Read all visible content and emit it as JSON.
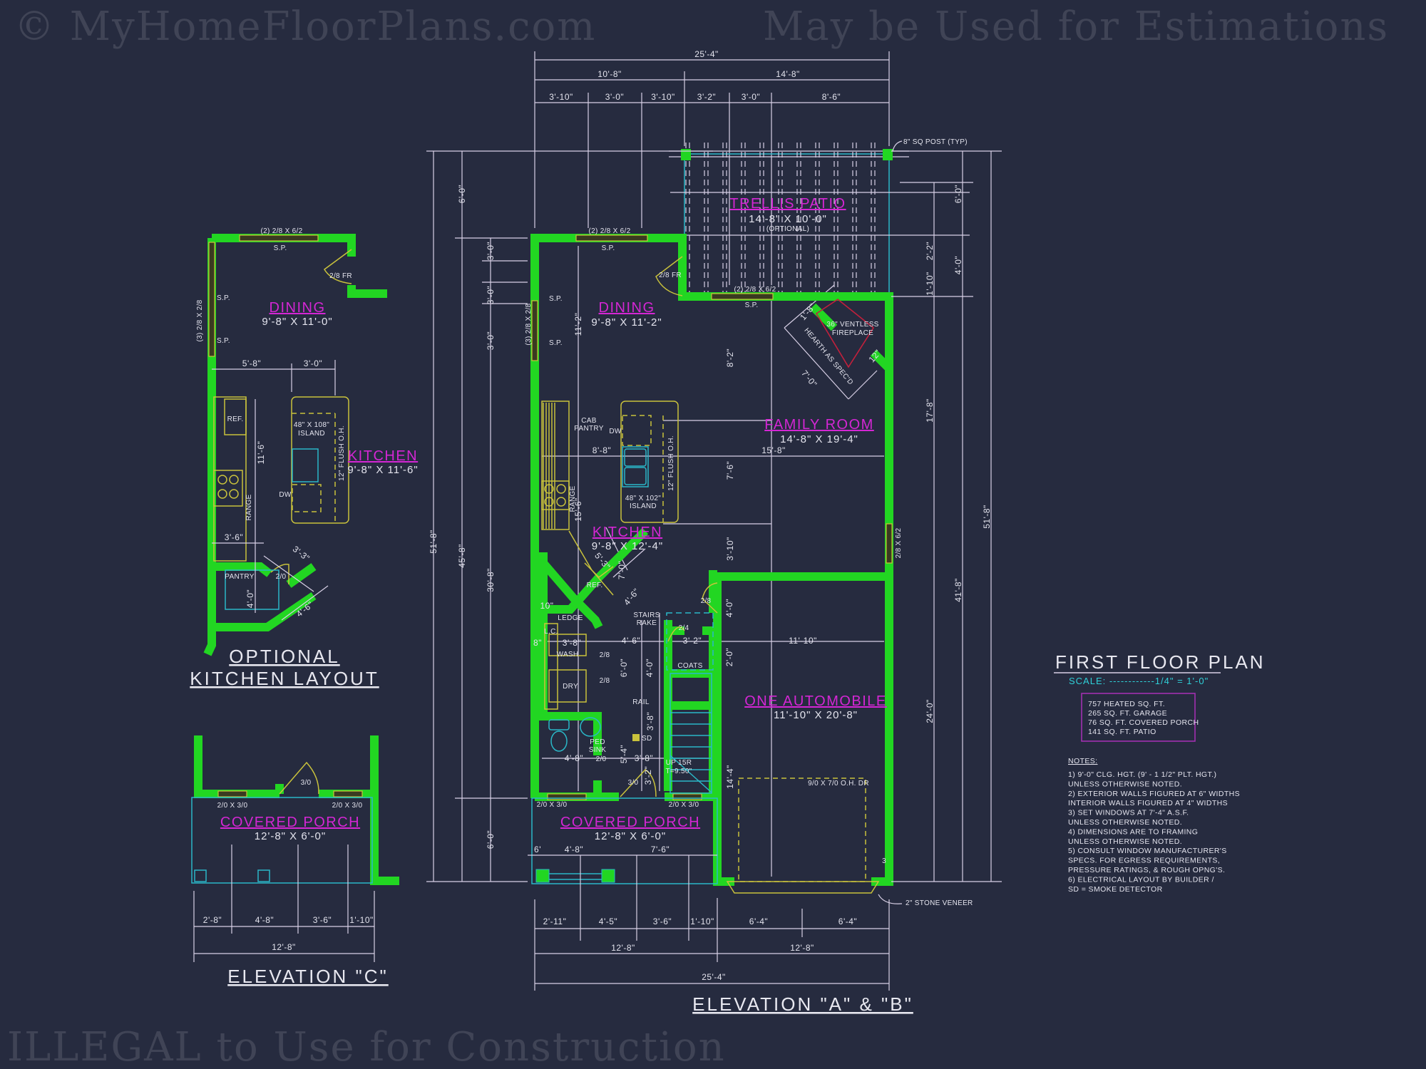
{
  "watermark": [
    "© MyHomeFloorPlans.com",
    "ILLEGAL to Use for Construction",
    "May be Used for Estimations"
  ],
  "title_block": {
    "title": "FIRST FLOOR PLAN",
    "scale": "SCALE: ------------1/4\" = 1'-0\"",
    "areas": [
      "757 HEATED SQ. FT.",
      "265 SQ. FT. GARAGE",
      "76 SQ. FT. COVERED PORCH",
      "141 SQ. FT. PATIO"
    ]
  },
  "notes": {
    "heading": "NOTES:",
    "lines": [
      "1)  9'-0\"  CLG. HGT. (9' - 1 1/2\" PLT. HGT.)",
      "     UNLESS OTHERWISE NOTED.",
      "2)  EXTERIOR WALLS FIGURED AT 6\" WIDTHS",
      "     INTERIOR WALLS FIGURED AT 4\" WIDTHS",
      "3)  SET WINDOWS AT 7'-4\" A.S.F.",
      "     UNLESS OTHERWISE NOTED.",
      "4)  DIMENSIONS ARE TO FRAMING",
      "     UNLESS OTHERWISE NOTED.",
      "5)  CONSULT WINDOW MANUFACTURER'S",
      "     SPECS. FOR EGRESS REQUIREMENTS,",
      "     PRESSURE RATINGS, & ROUGH OPNG'S.",
      "6)  ELECTRICAL LAYOUT BY BUILDER /",
      "     SD = SMOKE DETECTOR"
    ]
  },
  "main_plan": {
    "top_dims": [
      "25'-4\"",
      "10'-8\"",
      "14'-8\"",
      "3'-10\"",
      "3'-0\"",
      "3'-10\"",
      "3'-2\"",
      "3'-0\"",
      "8'-6\""
    ],
    "post_note": "8\" SQ POST (TYP)",
    "trellis": {
      "name": "TRELLIS PATIO",
      "size": "14'-8\" X 10'-0\"",
      "note": "(OPTIONAL)"
    },
    "dining": {
      "name": "DINING",
      "size": "9'-8\" X 11'-2\""
    },
    "family": {
      "name": "FAMILY ROOM",
      "size": "14'-8\" X 19'-4\""
    },
    "kitchen": {
      "name": "KITCHEN",
      "size": "9'-8\" X 12'-4\""
    },
    "garage": {
      "name": "ONE AUTOMOBILE",
      "size": "11'-10\" X 20'-8\""
    },
    "porch": {
      "name": "COVERED PORCH",
      "size": "12'-8\" X 6'-0\""
    },
    "labels": {
      "win_dining": "(2) 2/8 X 6/2",
      "sp": "S.P.",
      "door_fr": "2/8 FR",
      "win_family": "(2) 2/8 X 6/2",
      "win_left": "(3) 2/8 X 2/8",
      "fireplace_1": "36\" VENTLESS",
      "fireplace_2": "FIREPLACE",
      "hearth": "HEARTH AS SPEC'D",
      "cab_1": "CAB",
      "cab_2": "PANTRY",
      "dw": "DW",
      "island_1": "48\" X 102\"",
      "island_2": "ISLAND",
      "flush": "12\" FLUSH O.H.",
      "range": "RANGE",
      "ref": "REF.",
      "stairs_1": "STAIRS",
      "stairs_2": "RAKE",
      "ledge": "LEDGE",
      "lc": "L.C.",
      "wash": "WASH",
      "dry": "DRY",
      "door_24": "2/4",
      "door_28": "2/8",
      "coats": "COATS",
      "rail": "RAIL",
      "sd": "SD",
      "ped_1": "PED",
      "ped_2": "SINK",
      "door_20": "2/0",
      "up_1": "UP 15R",
      "up_2": "T=9.50\"",
      "door_30": "3/0",
      "ohdr": "9/0 X 7/0 O.H. DR",
      "three": "3",
      "win_right": "2/8 X 6/2",
      "win_front": "2/0 X 3/0",
      "veneer": "2\" STONE VENEER"
    },
    "interior_dims": {
      "d11_2": "11'-2\"",
      "d8_2": "8'-2\"",
      "d1_8": "1'-8\"",
      "d7_0": "7'-0\"",
      "d12": "12\"",
      "d15_8": "15'-8\"",
      "d8_8": "8'-8\"",
      "d7_6": "7'-6\"",
      "d15_6": "15'-6\"",
      "d5_3": "5'-3\"",
      "d7_0b": "7'-0\"",
      "d4_6": "4'-6\"",
      "d4_0": "4'-0\"",
      "d3_10": "3'-10\"",
      "d10": "10\"",
      "d3_8": "3'-8\"",
      "d8": "8\"",
      "d4_6b": "4'-6\"",
      "d3_2": "3'-2\"",
      "d6_0": "6'-0\"",
      "d4_0b": "4'-0\"",
      "d2_0": "2'-0\"",
      "d11_10": "11'-10\"",
      "d3_8b": "3'-8\"",
      "d5_4": "5'-4\"",
      "d4_8": "4'-8\"",
      "d3_8c": "3'-8\"",
      "d3_2b": "3'-2\"",
      "d14_4": "14'-4\"",
      "p6": "6'",
      "p4_8": "4'-8\"",
      "p7_6": "7'-6\""
    },
    "bottom_dims": [
      "2'-11\"",
      "4'-5\"",
      "3'-6\"",
      "1'-10\"",
      "6'-4\"",
      "6'-4\"",
      "12'-8\"",
      "12'-8\"",
      "25'-4\""
    ],
    "left_dims": [
      "51'-8\"",
      "45'-8\"",
      "30'-8\"",
      "6'-0\"",
      "3'-0\"",
      "3'-0\"",
      "3'-0\"",
      "6'-0\""
    ],
    "right_dims": [
      "6'-0\"",
      "2'-2\"",
      "1'-10\"",
      "4'-0\"",
      "17'-8\"",
      "24'-0\"",
      "41'-8\"",
      "51'-8\""
    ],
    "caption": "ELEVATION \"A\" & \"B\""
  },
  "optional_kitchen": {
    "dining": {
      "name": "DINING",
      "size": "9'-8\" X 11'-0\""
    },
    "kitchen": {
      "name": "KITCHEN",
      "size": "9'-8\" X 11'-6\""
    },
    "labels": {
      "win_top": "(2) 2/8 X 6/2",
      "sp": "S.P.",
      "door_fr": "2/8 FR",
      "win_left": "(3) 2/8 X 2/8",
      "ref": "REF.",
      "island_1": "48\" X 108\"",
      "island_2": "ISLAND",
      "flush": "12\" FLUSH O.H.",
      "range": "RANGE",
      "dw": "DW",
      "pantry": "PANTRY",
      "door_20": "2/0"
    },
    "dims": {
      "d5_8": "5'-8\"",
      "d3_0": "3'-0\"",
      "d11_6": "11'-6\"",
      "d3_6": "3'-6\"",
      "d3_3": "3'-3\"",
      "d4_0": "4'-0\"",
      "d4_6": "4'-6\""
    },
    "caption_1": "OPTIONAL",
    "caption_2": "KITCHEN LAYOUT"
  },
  "elevation_c": {
    "porch": {
      "name": "COVERED PORCH",
      "size": "12'-8\" X 6'-0\""
    },
    "door": "3/0",
    "win": "2/0 X 3/0",
    "dims": [
      "2'-8\"",
      "4'-8\"",
      "3'-6\"",
      "1'-10\"",
      "12'-8\""
    ],
    "caption": "ELEVATION \"C\""
  }
}
